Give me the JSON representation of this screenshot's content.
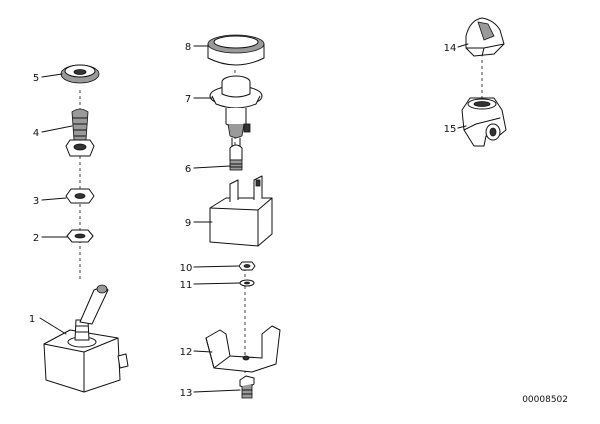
{
  "parts": [
    {
      "number": "1"
    },
    {
      "number": "2"
    },
    {
      "number": "3"
    },
    {
      "number": "4"
    },
    {
      "number": "5"
    },
    {
      "number": "6"
    },
    {
      "number": "7"
    },
    {
      "number": "8"
    },
    {
      "number": "9"
    },
    {
      "number": "10"
    },
    {
      "number": "11"
    },
    {
      "number": "12"
    },
    {
      "number": "13"
    },
    {
      "number": "14"
    },
    {
      "number": "15"
    }
  ],
  "diagram_id": "00008502"
}
